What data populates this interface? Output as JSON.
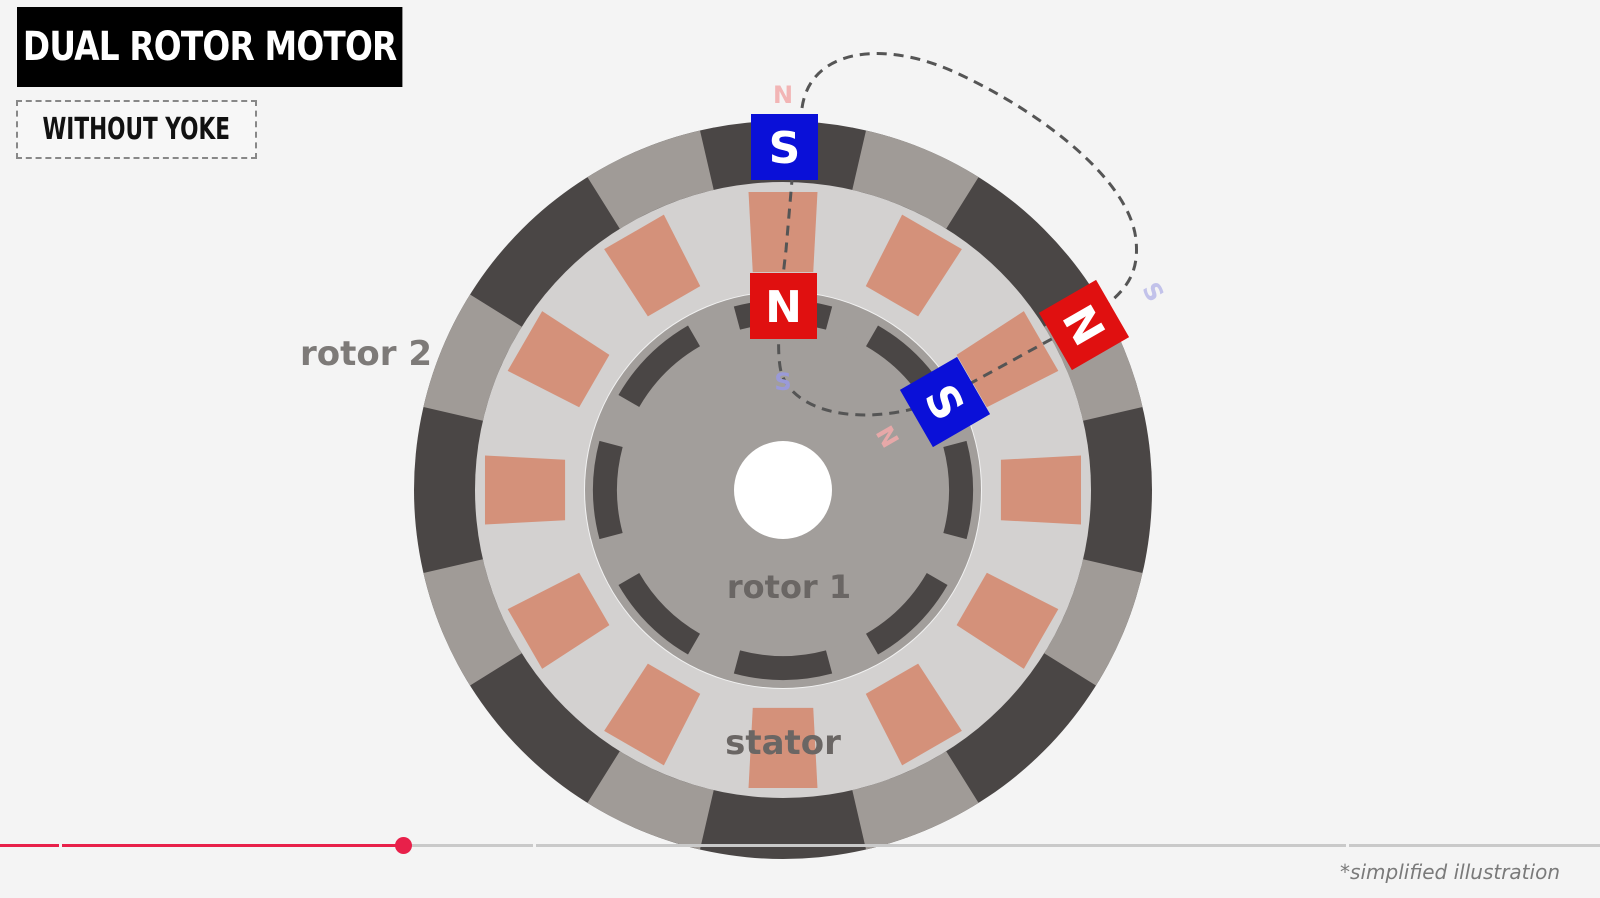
{
  "header": {
    "title": "DUAL ROTOR MOTOR",
    "subtitle": "WITHOUT YOKE"
  },
  "labels": {
    "rotor2": "rotor 2",
    "rotor1": "rotor 1",
    "stator": "stator"
  },
  "magnets": {
    "outer_top_inner": "S",
    "outer_top_ghost": "N",
    "inner_top": "N",
    "inner_top_ghost": "S",
    "outer_right": "N",
    "outer_right_ghost": "S",
    "inner_right": "S",
    "inner_right_ghost": "N"
  },
  "footnote": "*simplified illustration",
  "progress": {
    "played_fraction": 0.252
  },
  "colors": {
    "north_magnet": "#e01010",
    "south_magnet": "#0a10d8",
    "progress_accent": "#e8204a",
    "coil": "#d4917a",
    "rotor_dark": "#4a4645",
    "rotor_light": "#a09b97",
    "stator_body": "#d3d1d0",
    "rotor1_body": "#a29e9b"
  },
  "icons": {
    "flux_path": "dashed-flux-line"
  }
}
